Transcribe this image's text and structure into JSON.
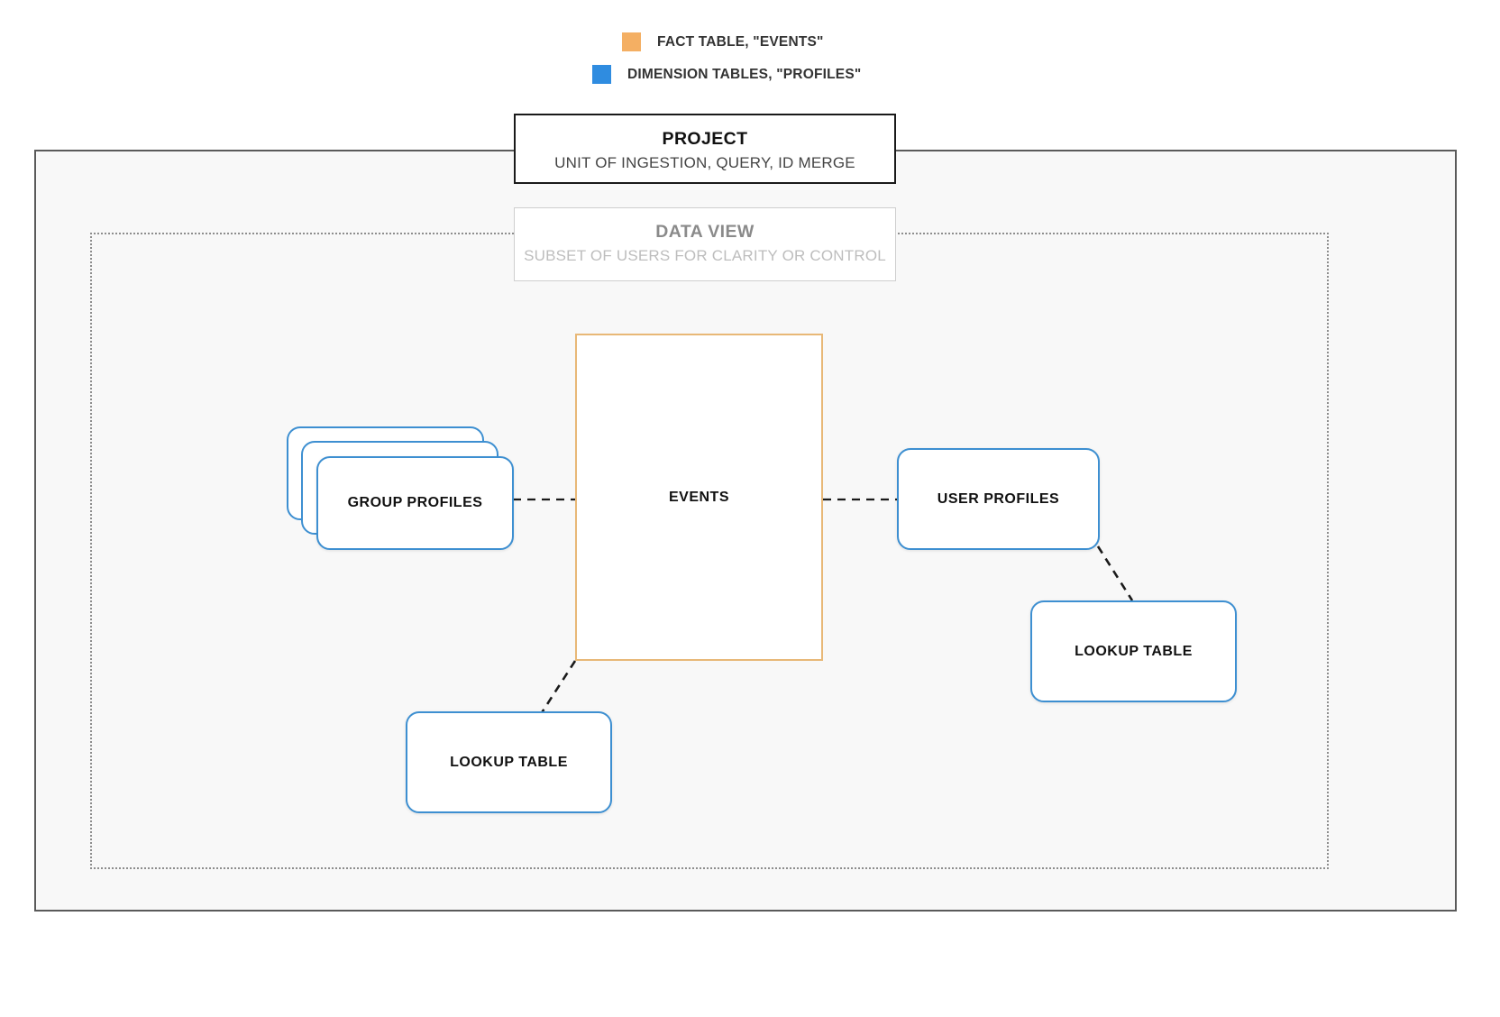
{
  "legend": {
    "items": [
      {
        "label": "FACT TABLE, \"EVENTS\"",
        "color": "#f4af63",
        "icon": "orange-square-swatch"
      },
      {
        "label": "DIMENSION TABLES, \"PROFILES\"",
        "color": "#2f8ce0",
        "icon": "blue-square-swatch"
      }
    ]
  },
  "project": {
    "title": "PROJECT",
    "subtitle": "UNIT OF INGESTION, QUERY, ID MERGE",
    "border_color": "#1a1a1a",
    "fill_color": "#f8f8f8"
  },
  "data_view": {
    "title": "DATA VIEW",
    "subtitle": "SUBSET OF USERS FOR CLARITY OR CONTROL",
    "border_color": "#cfcfcf",
    "title_color": "#8a8a8a",
    "subtitle_color": "#bdbdbd"
  },
  "nodes": {
    "events": {
      "label": "EVENTS",
      "type": "fact-table",
      "border_color": "#e8b877",
      "shape": "rectangle"
    },
    "group_profiles": {
      "label": "GROUP PROFILES",
      "type": "dimension-table",
      "border_color": "#3d8fd1",
      "shape": "stacked-rounded-rectangle",
      "stack_count": 3
    },
    "user_profiles": {
      "label": "USER PROFILES",
      "type": "dimension-table",
      "border_color": "#3d8fd1",
      "shape": "rounded-rectangle"
    },
    "lookup_table_left": {
      "label": "LOOKUP TABLE",
      "type": "dimension-table",
      "border_color": "#3d8fd1",
      "shape": "rounded-rectangle"
    },
    "lookup_table_right": {
      "label": "LOOKUP TABLE",
      "type": "dimension-table",
      "border_color": "#3d8fd1",
      "shape": "rounded-rectangle"
    }
  },
  "connectors": [
    {
      "name": "group-profiles-to-events",
      "from": "group_profiles",
      "to": "events",
      "style": "dashed"
    },
    {
      "name": "events-to-user-profiles",
      "from": "events",
      "to": "user_profiles",
      "style": "dashed"
    },
    {
      "name": "user-profiles-to-lookup-table-right",
      "from": "user_profiles",
      "to": "lookup_table_right",
      "style": "dashed"
    },
    {
      "name": "events-to-lookup-table-left",
      "from": "events",
      "to": "lookup_table_left",
      "style": "dashed"
    }
  ]
}
